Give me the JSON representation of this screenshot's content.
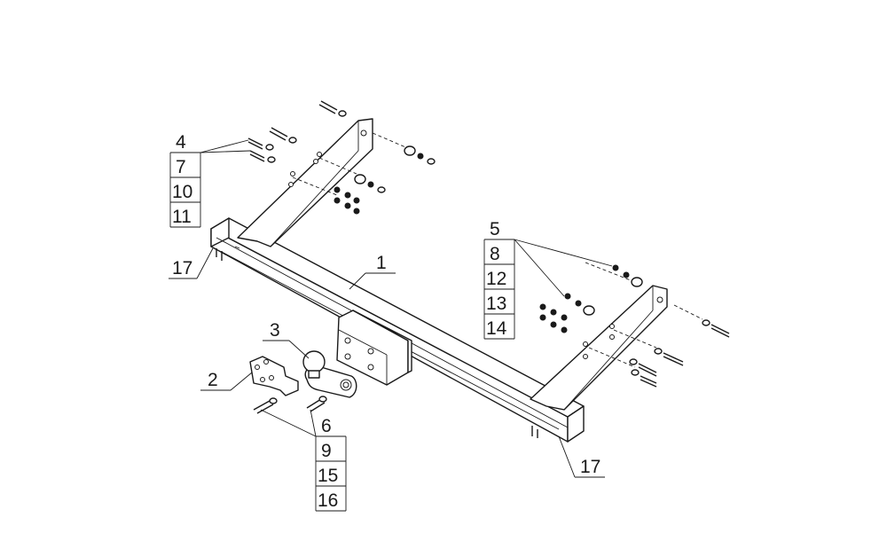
{
  "diagram": {
    "labels": {
      "l1": "1",
      "l2": "2",
      "l3": "3",
      "l17a": "17",
      "l17b": "17"
    },
    "stacks": {
      "left_top": [
        "4",
        "7",
        "10",
        "11"
      ],
      "right_top": [
        "5",
        "8",
        "12",
        "13",
        "14"
      ],
      "bottom": [
        "6",
        "9",
        "15",
        "16"
      ]
    }
  }
}
